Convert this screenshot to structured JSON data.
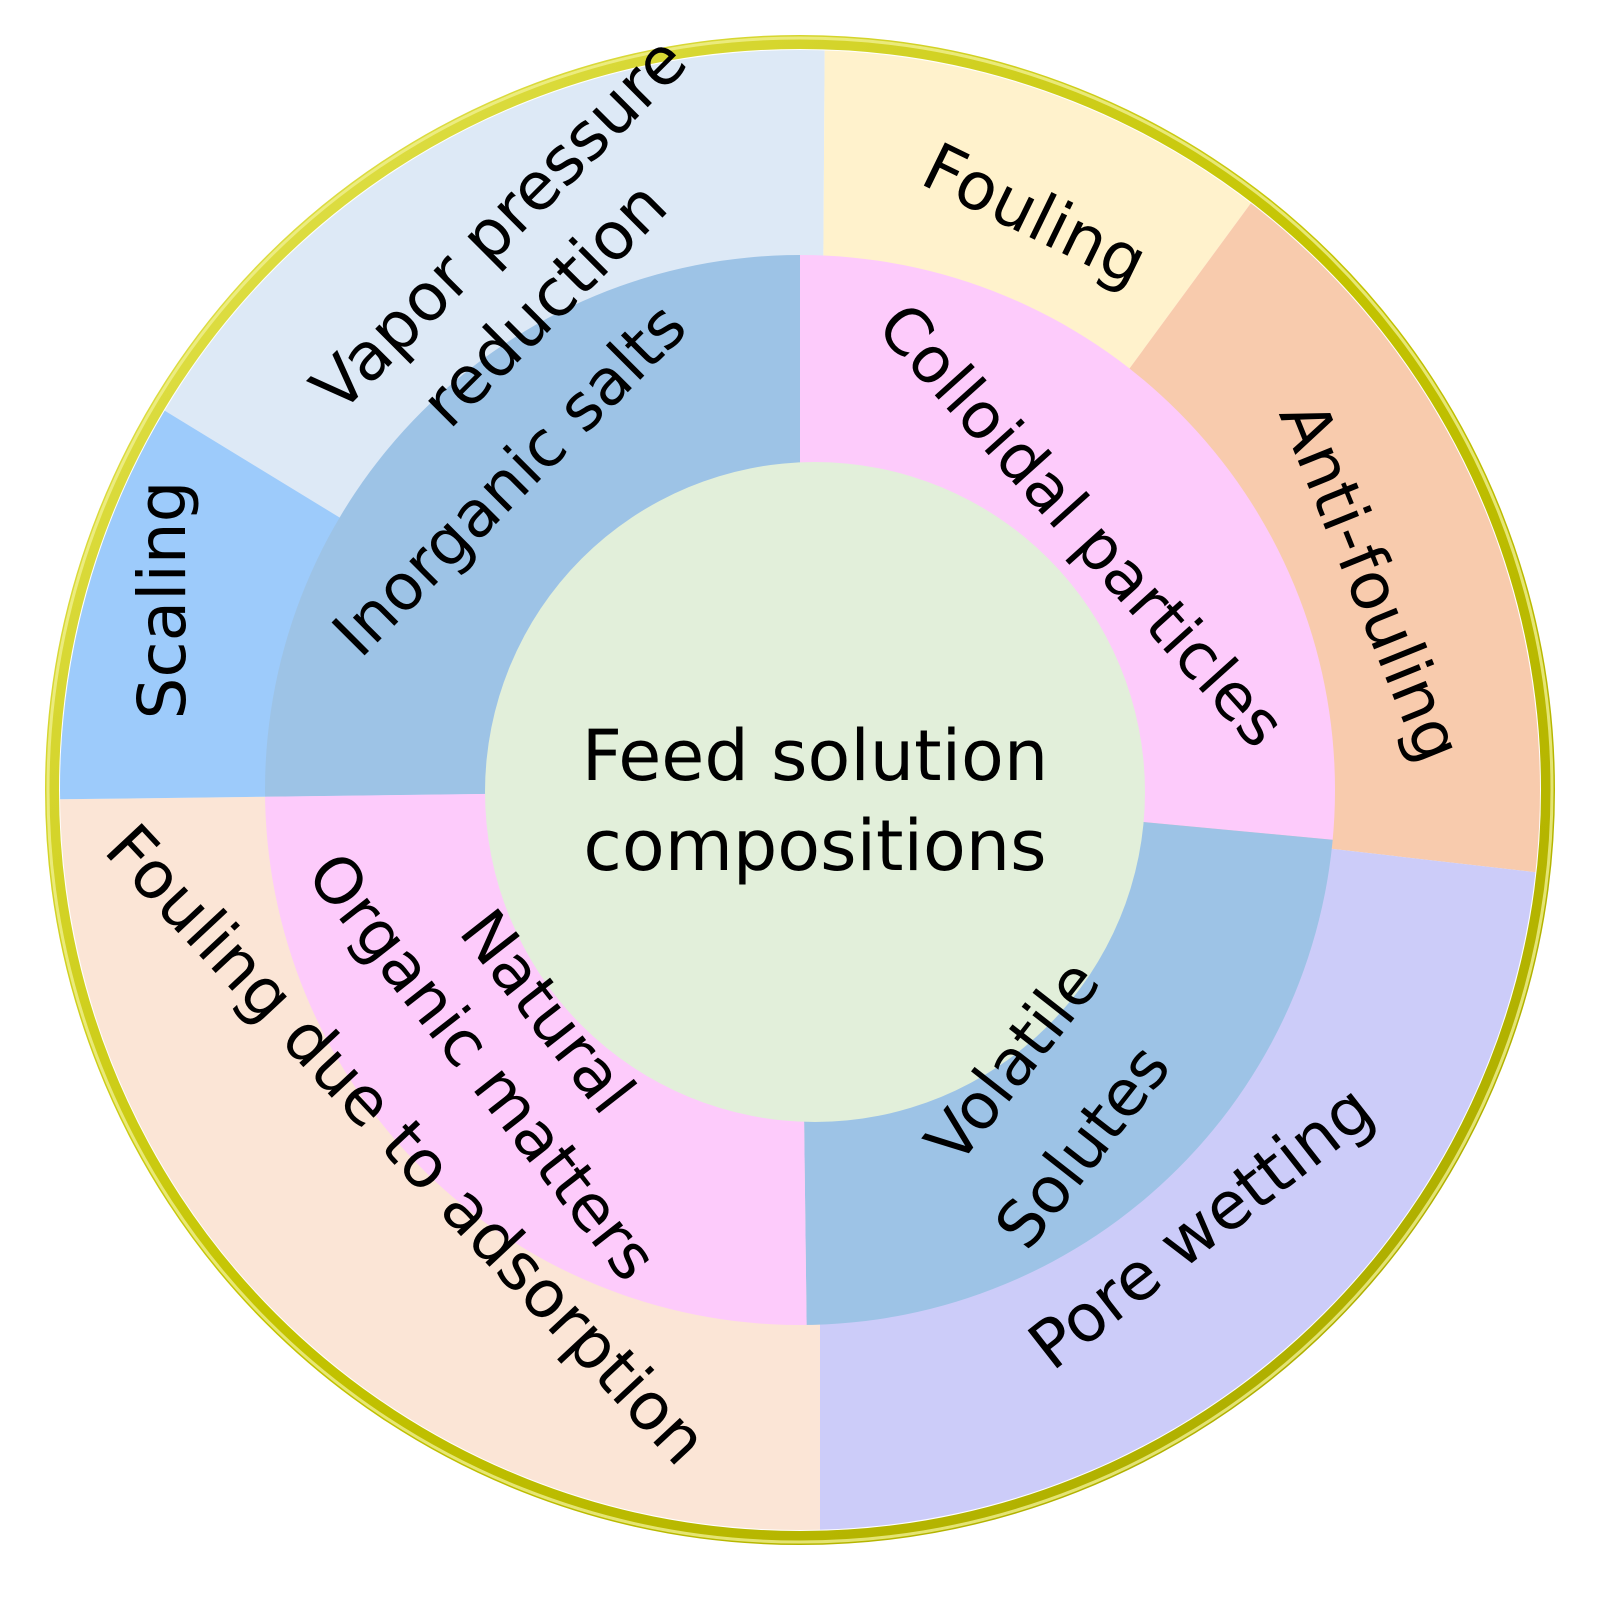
{
  "center": {
    "line1": "Feed solution",
    "line2": "compositions",
    "color": "#e2efda"
  },
  "inner_ring": [
    {
      "id": "inorganic",
      "lines": [
        "Inorganic salts"
      ],
      "color": "#9dc3e6"
    },
    {
      "id": "colloidal",
      "lines": [
        "Colloidal particles"
      ],
      "color": "#fdcbfb"
    },
    {
      "id": "volatile",
      "lines": [
        "Volatile",
        "Solutes"
      ],
      "color": "#9dc3e6"
    },
    {
      "id": "nom",
      "lines": [
        "Natural",
        "Organic matters"
      ],
      "color": "#fdcbfb"
    }
  ],
  "outer_ring": [
    {
      "id": "vapor",
      "lines": [
        "Vapor pressure",
        "reduction"
      ],
      "color": "#dde9f6"
    },
    {
      "id": "fouling",
      "lines": [
        "Fouling"
      ],
      "color": "#fff2cc"
    },
    {
      "id": "antifouling",
      "lines": [
        "Anti-fouling"
      ],
      "color": "#f8cbad"
    },
    {
      "id": "porewetting",
      "lines": [
        "Pore wetting"
      ],
      "color": "#ccccf9"
    },
    {
      "id": "adsorption",
      "lines": [
        "Fouling due to adsorption"
      ],
      "color": "#fbe5d6"
    },
    {
      "id": "scaling",
      "lines": [
        "Scaling"
      ],
      "color": "#9dcbfb"
    }
  ],
  "rim_color": "#c8c800",
  "rim_highlight": "#f2f2a0"
}
